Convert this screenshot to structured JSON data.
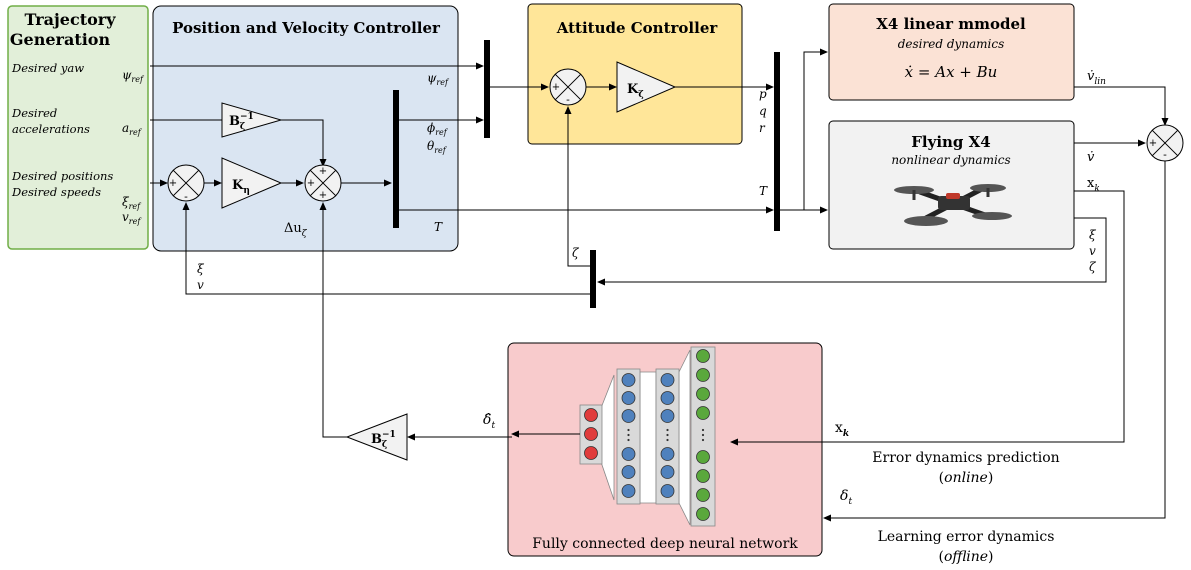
{
  "colors": {
    "trajectory_fill": "#e2efd9",
    "trajectory_stroke": "#70ad47",
    "posvel_fill": "#dae5f2",
    "attitude_fill": "#ffe699",
    "linear_fill": "#fbe2d5",
    "flying_fill": "#f2f2f2",
    "nn_fill": "#f8cbcc",
    "node_red": "#e03c3c",
    "node_blue": "#4f81bd",
    "node_green": "#5aa83c"
  },
  "trajectory": {
    "title_line1": "Trajectory",
    "title_line2": "Generation",
    "desired_yaw": "Desired yaw",
    "desired_acc_line1": "Desired",
    "desired_acc_line2": "accelerations",
    "desired_pos": "Desired positions",
    "desired_speeds": "Desired speeds"
  },
  "posvel": {
    "title": "Position and Velocity Controller",
    "psi_ref": "ψ",
    "a_ref": "a",
    "xi_ref": "ξ",
    "v_ref": "v",
    "ref_sub": "ref",
    "gain_b": "B",
    "gain_b_sub": "ζ",
    "gain_b_sup": "−1",
    "gain_k": "K",
    "gain_k_sub": "η",
    "delta_u": "Δu",
    "delta_u_sub": "ζ",
    "out_psi": "ψ",
    "out_phi": "ϕ",
    "out_theta": "θ",
    "out_T": "T"
  },
  "attitude": {
    "title": "Attitude Controller",
    "gain_k": "K",
    "gain_k_sub": "ζ",
    "p": "p",
    "q": "q",
    "r": "r",
    "T": "T",
    "zeta": "ζ"
  },
  "linear": {
    "title": "X4 linear mmodel",
    "subtitle": "desired dynamics",
    "equation": "ẋ = Ax + Bu",
    "out": "v̇",
    "out_sub": "lin"
  },
  "flying": {
    "title": "Flying X4",
    "subtitle": "nonlinear dynamics",
    "out_vdot": "v̇",
    "out_x": "x",
    "out_x_sub": "k",
    "xi": "ξ",
    "v": "v",
    "zeta": "ζ"
  },
  "feedback": {
    "xi": "ξ",
    "v": "v"
  },
  "nn": {
    "title": "Fully connected deep neural network",
    "delta_hat": "δ̂",
    "delta_hat_sub": "t",
    "gain_b": "B",
    "gain_b_sub": "ζ",
    "gain_b_sup": "−1",
    "x_in": "x",
    "x_in_sub": "k",
    "online_label": "Error dynamics prediction",
    "online_paren_open": "(",
    "online_word": "online",
    "online_paren_close": ")",
    "delta": "δ",
    "delta_sub": "t",
    "offline_label": "Learning error dynamics",
    "offline_paren_open": "(",
    "offline_word": "offline",
    "offline_paren_close": ")"
  },
  "signs": {
    "plus": "+",
    "minus": "-"
  }
}
